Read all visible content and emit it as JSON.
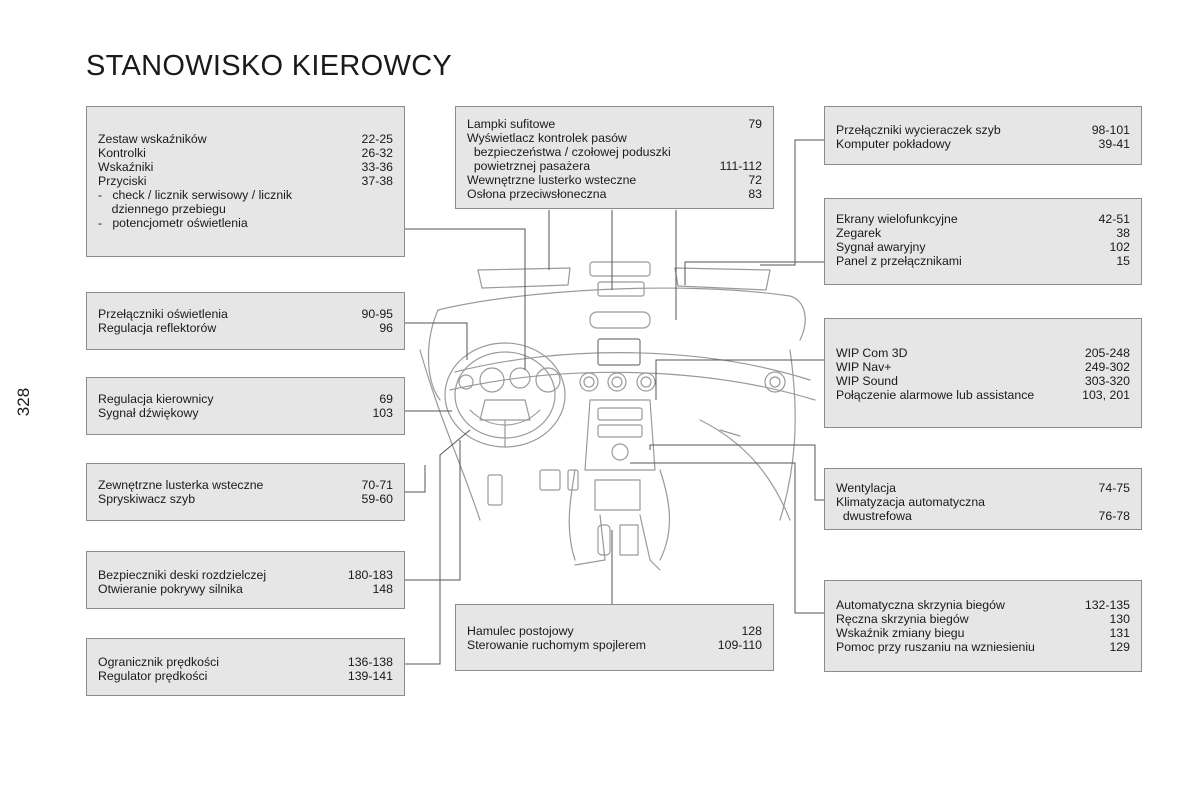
{
  "page": {
    "title": "STANOWISKO KIEROWCY",
    "number": "328"
  },
  "boxes": [
    {
      "id": "instruments",
      "rows": [
        {
          "label": "Zestaw wskaźników",
          "page": "22-25"
        },
        {
          "label": "Kontrolki",
          "page": "26-32"
        },
        {
          "label": "Wskaźniki",
          "page": "33-36"
        },
        {
          "label": "Przyciski",
          "page": "37-38"
        },
        {
          "label": "-   check / licznik serwisowy / licznik",
          "page": ""
        },
        {
          "label": "    dziennego przebiegu",
          "page": ""
        },
        {
          "label": "-   potencjometr oświetlenia",
          "page": ""
        }
      ]
    },
    {
      "id": "ceiling",
      "rows": [
        {
          "label": "Lampki sufitowe",
          "page": "79"
        },
        {
          "label": "Wyświetlacz kontrolek pasów",
          "page": ""
        },
        {
          "label": "  bezpieczeństwa / czołowej poduszki",
          "page": ""
        },
        {
          "label": "  powietrznej pasażera",
          "page": "111-112"
        },
        {
          "label": "Wewnętrzne lusterko wsteczne",
          "page": "72"
        },
        {
          "label": "Osłona przeciwsłoneczna",
          "page": "83"
        }
      ]
    },
    {
      "id": "wipers",
      "rows": [
        {
          "label": "Przełączniki wycieraczek szyb",
          "page": "98-101"
        },
        {
          "label": "Komputer pokładowy",
          "page": "39-41"
        }
      ]
    },
    {
      "id": "screens",
      "rows": [
        {
          "label": "Ekrany wielofunkcyjne",
          "page": "42-51"
        },
        {
          "label": "Zegarek",
          "page": "38"
        },
        {
          "label": "Sygnał awaryjny",
          "page": "102"
        },
        {
          "label": "Panel z przełącznikami",
          "page": "15"
        }
      ]
    },
    {
      "id": "lighting",
      "rows": [
        {
          "label": "Przełączniki oświetlenia",
          "page": "90-95"
        },
        {
          "label": "Regulacja reflektorów",
          "page": "96"
        }
      ]
    },
    {
      "id": "wip",
      "rows": [
        {
          "label": "WIP Com 3D",
          "page": "205-248"
        },
        {
          "label": "WIP Nav+",
          "page": "249-302"
        },
        {
          "label": "WIP Sound",
          "page": "303-320"
        },
        {
          "label": "Połączenie alarmowe lub assistance",
          "page": "103, 201"
        }
      ]
    },
    {
      "id": "steering",
      "rows": [
        {
          "label": "Regulacja kierownicy",
          "page": "69"
        },
        {
          "label": "Sygnał dźwiękowy",
          "page": "103"
        }
      ]
    },
    {
      "id": "mirrors",
      "rows": [
        {
          "label": "Zewnętrzne lusterka wsteczne",
          "page": "70-71"
        },
        {
          "label": "Spryskiwacz szyb",
          "page": "59-60"
        }
      ]
    },
    {
      "id": "ventilation",
      "rows": [
        {
          "label": "Wentylacja",
          "page": "74-75"
        },
        {
          "label": "Klimatyzacja automatyczna",
          "page": ""
        },
        {
          "label": "  dwustrefowa",
          "page": "76-78"
        }
      ]
    },
    {
      "id": "fuses",
      "rows": [
        {
          "label": "Bezpieczniki deski rozdzielczej",
          "page": "180-183"
        },
        {
          "label": "Otwieranie pokrywy silnika",
          "page": "148"
        }
      ]
    },
    {
      "id": "parking",
      "rows": [
        {
          "label": "Hamulec postojowy",
          "page": "128"
        },
        {
          "label": "Sterowanie ruchomym spojlerem",
          "page": "109-110"
        }
      ]
    },
    {
      "id": "gearbox",
      "rows": [
        {
          "label": "Automatyczna skrzynia biegów",
          "page": "132-135"
        },
        {
          "label": "Ręczna skrzynia biegów",
          "page": "130"
        },
        {
          "label": "Wskaźnik zmiany biegu",
          "page": "131"
        },
        {
          "label": "Pomoc przy ruszaniu na wzniesieniu",
          "page": "129"
        }
      ]
    },
    {
      "id": "speed",
      "rows": [
        {
          "label": "Ogranicznik prędkości",
          "page": "136-138"
        },
        {
          "label": "Regulator prędkości",
          "page": "139-141"
        }
      ]
    }
  ]
}
